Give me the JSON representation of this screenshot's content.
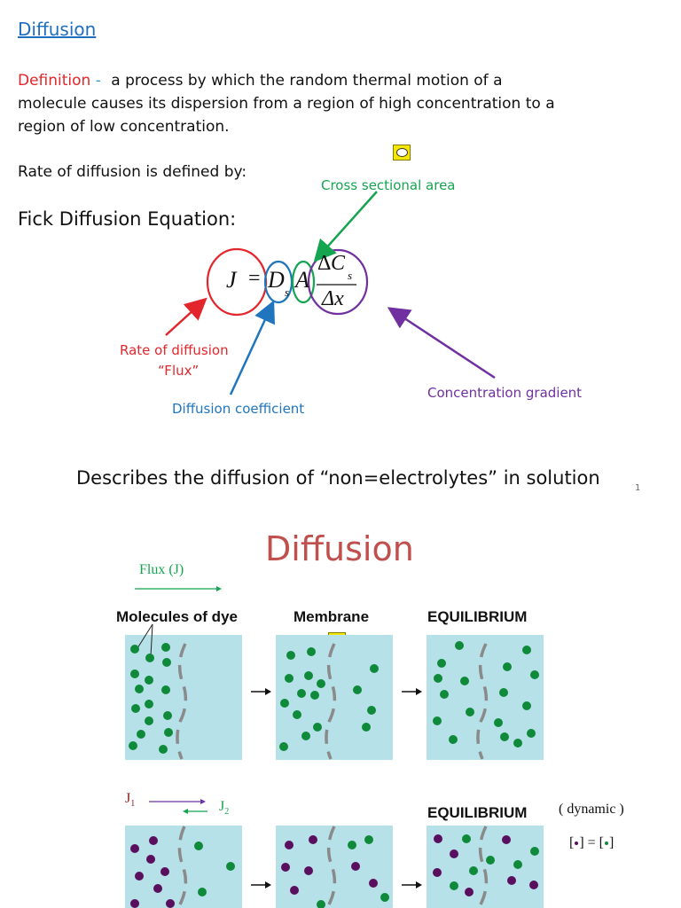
{
  "slide1": {
    "title": "Diffusion",
    "definition_label": "Definition",
    "definition_dash": "-",
    "definition_line1": "a process by which the random thermal motion of a",
    "definition_line2": "molecule causes its dispersion from a region of high concentration to a",
    "definition_line3": "region of low concentration.",
    "rate_text": "Rate of diffusion is defined by:",
    "fick_title": "Fick Diffusion Equation:",
    "labels": {
      "cross_sectional_area": "Cross sectional area",
      "rate_of_diffusion": "Rate of diffusion",
      "flux": "“Flux”",
      "diffusion_coefficient": "Diffusion coefficient",
      "concentration_gradient": "Concentration gradient"
    },
    "equation": {
      "J": "J",
      "equals": "=",
      "D": "D",
      "D_sub": "s",
      "A": "A",
      "num_delta": "Δ",
      "num_C": "C",
      "num_sub": "s",
      "den": "Δx"
    },
    "describes": "Describes the diffusion of “non=electrolytes” in solution",
    "page_number": "1",
    "colors": {
      "red": "#e3262b",
      "green": "#15a450",
      "blue": "#1f76bf",
      "purple": "#7030a0",
      "link": "#1f6ebe"
    }
  },
  "slide2": {
    "title": "Diffusion",
    "flux_label": "Flux (J)",
    "molecules_label": "Molecules of dye",
    "membrane_label": "Membrane",
    "equilibrium_label": "EQUILIBRIUM",
    "equilibrium_label2": "EQUILIBRIUM",
    "j1": "J",
    "j1_sub": "1",
    "j2": "J",
    "j2_sub": "2",
    "dynamic": "( dynamic )",
    "concentration_eq_left": "[",
    "concentration_eq_mid": "] = [",
    "concentration_eq_right": "]",
    "arrow": "→",
    "colors": {
      "title": "#c0504d",
      "box": "#b7e1e9",
      "dye_green": "#0f8a3a",
      "dye_purple": "#5a0f5e",
      "membrane": "#8a8a8a"
    }
  }
}
